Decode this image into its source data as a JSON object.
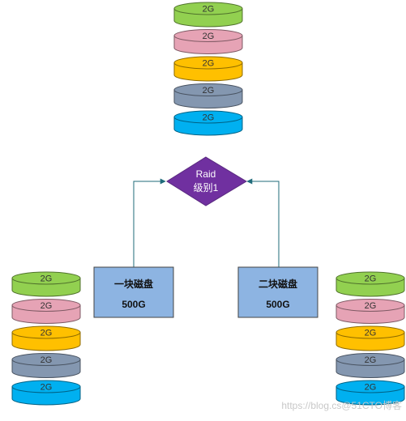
{
  "colors": {
    "green": "#92d050",
    "pink": "#e6a3b5",
    "orange": "#ffc000",
    "gray": "#8497b0",
    "blue": "#00b0f0",
    "box_fill": "#8db4e2",
    "raid_fill": "#7030a0",
    "arrow": "#1f6b7a"
  },
  "disk_stacks": [
    {
      "name": "top",
      "disks": [
        {
          "label": "2G",
          "color": "green"
        },
        {
          "label": "2G",
          "color": "pink"
        },
        {
          "label": "2G",
          "color": "orange"
        },
        {
          "label": "2G",
          "color": "gray"
        },
        {
          "label": "2G",
          "color": "blue"
        }
      ]
    },
    {
      "name": "left",
      "disks": [
        {
          "label": "2G",
          "color": "green"
        },
        {
          "label": "2G",
          "color": "pink"
        },
        {
          "label": "2G",
          "color": "orange"
        },
        {
          "label": "2G",
          "color": "gray"
        },
        {
          "label": "2G",
          "color": "blue"
        }
      ]
    },
    {
      "name": "right",
      "disks": [
        {
          "label": "2G",
          "color": "green"
        },
        {
          "label": "2G",
          "color": "pink"
        },
        {
          "label": "2G",
          "color": "orange"
        },
        {
          "label": "2G",
          "color": "gray"
        },
        {
          "label": "2G",
          "color": "blue"
        }
      ]
    }
  ],
  "raid": {
    "line1": "Raid",
    "line2": "级别1"
  },
  "left_box": {
    "title": "一块磁盘",
    "size": "500G"
  },
  "right_box": {
    "title": "二块磁盘",
    "size": "500G"
  },
  "watermark": "https://blog.cs@51CTO博客"
}
